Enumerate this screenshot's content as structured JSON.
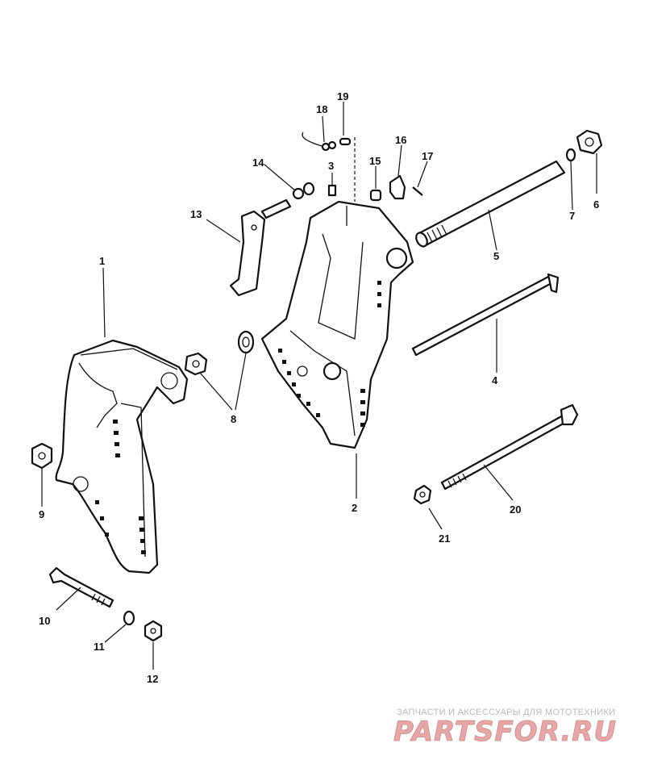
{
  "callouts": {
    "c1": "1",
    "c2": "2",
    "c3": "3",
    "c4": "4",
    "c5": "5",
    "c6": "6",
    "c7": "7",
    "c8": "8",
    "c9": "9",
    "c10": "10",
    "c11": "11",
    "c12": "12",
    "c13": "13",
    "c14": "14",
    "c15": "15",
    "c16": "16",
    "c17": "17",
    "c18": "18",
    "c19": "19",
    "c20": "20",
    "c21": "21"
  },
  "watermark": {
    "tagline": "ЗАПЧАСТИ И АКСЕССУАРЫ ДЛЯ МОТОТЕХНИКИ",
    "logo": "PARTSFOR.RU"
  }
}
